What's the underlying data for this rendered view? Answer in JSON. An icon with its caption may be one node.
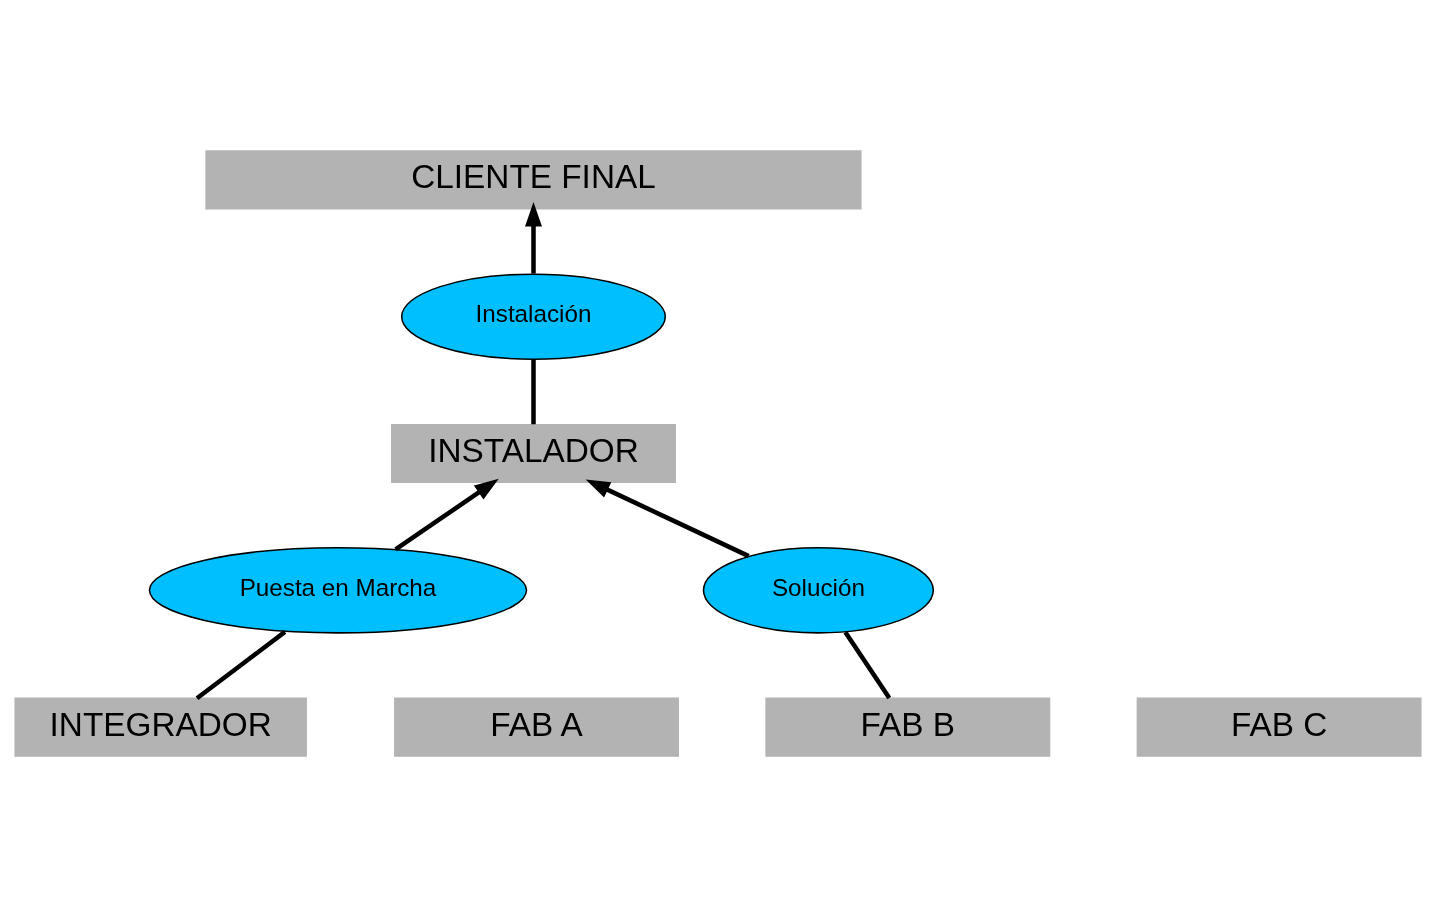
{
  "diagram": {
    "nodes": [
      {
        "text": [
          "CLIENTE FINAL"
        ]
      },
      {
        "text": [
          "Instalación"
        ]
      },
      {
        "text": [
          "INSTALADOR"
        ]
      },
      {
        "text": [
          "Puesta en Marcha"
        ]
      },
      {
        "text": [
          "INTEGRADOR"
        ]
      },
      {
        "text": [
          "Solución"
        ]
      },
      {
        "text": [
          "FAB A"
        ]
      },
      {
        "text": [
          "FAB B"
        ]
      },
      {
        "text": [
          "FAB C"
        ]
      }
    ],
    "edges": [
      {
        "from": 7,
        "to": 5,
        "arrow": "none"
      },
      {
        "from": 5,
        "to": 2,
        "arrow": "to"
      },
      {
        "from": 4,
        "to": 3,
        "arrow": "none"
      },
      {
        "from": 3,
        "to": 2,
        "arrow": "to"
      },
      {
        "from": 2,
        "to": 1,
        "arrow": "none"
      },
      {
        "from": 1,
        "to": 0,
        "arrow": "to"
      }
    ]
  }
}
